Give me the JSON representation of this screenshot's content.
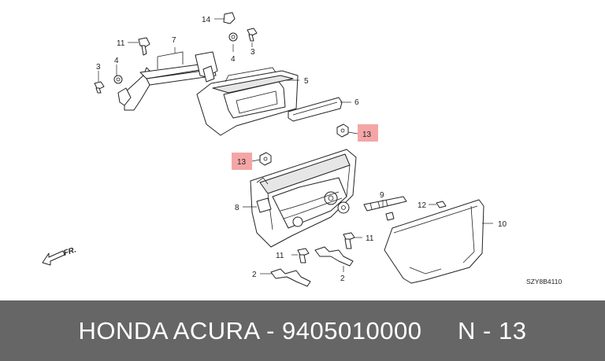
{
  "callouts": [
    {
      "id": "c14",
      "text": "14",
      "highlight": false
    },
    {
      "id": "c11a",
      "text": "11",
      "highlight": false
    },
    {
      "id": "c7",
      "text": "7",
      "highlight": false
    },
    {
      "id": "c4a",
      "text": "4",
      "highlight": false
    },
    {
      "id": "c3a",
      "text": "3",
      "highlight": false
    },
    {
      "id": "c3b",
      "text": "3",
      "highlight": false
    },
    {
      "id": "c4b",
      "text": "4",
      "highlight": false
    },
    {
      "id": "c5",
      "text": "5",
      "highlight": false
    },
    {
      "id": "c6",
      "text": "6",
      "highlight": false
    },
    {
      "id": "c13a",
      "text": "13",
      "highlight": true
    },
    {
      "id": "c13b",
      "text": "13",
      "highlight": true
    },
    {
      "id": "c9",
      "text": "9",
      "highlight": false
    },
    {
      "id": "c12",
      "text": "12",
      "highlight": false
    },
    {
      "id": "c8",
      "text": "8",
      "highlight": false
    },
    {
      "id": "c10",
      "text": "10",
      "highlight": false
    },
    {
      "id": "c11b",
      "text": "11",
      "highlight": false
    },
    {
      "id": "c11c",
      "text": "11",
      "highlight": false
    },
    {
      "id": "c2a",
      "text": "2",
      "highlight": false
    },
    {
      "id": "c2b",
      "text": "2",
      "highlight": false
    }
  ],
  "direction_label": "FR.",
  "reference_code": "SZY8B4110",
  "footer": {
    "text": "HONDA ACURA - 9405010000     N - 13"
  },
  "colors": {
    "highlight": "#f4a6a6",
    "footer_background": "#666666",
    "footer_text": "#ffffff",
    "line": "#222222"
  }
}
